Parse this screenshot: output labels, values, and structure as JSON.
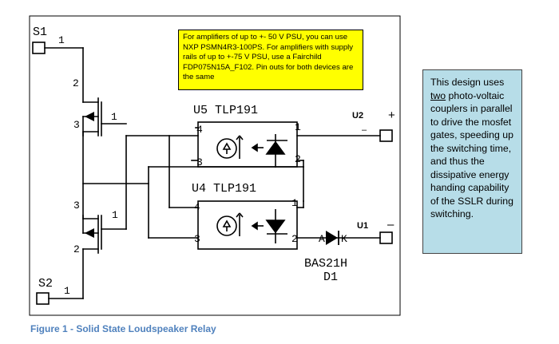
{
  "schematic": {
    "s1": "S1",
    "s2": "S2",
    "u5_title": "U5 TLP191",
    "u4_title": "U4 TLP191",
    "u2": "U2",
    "u1": "U1",
    "plus": "+",
    "minus_top": "–",
    "minus_right": "–",
    "d1_part": "BAS21H",
    "d1_ref": "D1",
    "d1_a": "A",
    "d1_k": "K",
    "pins": {
      "s1_pin": "1",
      "s2_pin": "1",
      "q1_drain": "2",
      "q1_gate": "1",
      "q1_source": "3",
      "q2_source": "3",
      "q2_gate": "1",
      "q2_drain": "2",
      "u5_p4": "4",
      "u5_p3": "3",
      "u5_p1": "1",
      "u5_p2": "2",
      "u4_p4": "4",
      "u4_p3": "3",
      "u4_p1": "1",
      "u4_p2": "2"
    }
  },
  "notes": {
    "yellow": "For amplifiers of up to +- 50 V PSU, you can use NXP PSMN4R3-100PS.  For amplifiers with supply rails of up to +-75 V PSU, use a Fairchild FDP075N15A_F102. Pin outs for both devices are the same",
    "blue_pre": "This design uses ",
    "blue_underlined": "two",
    "blue_post": " photo-voltaic couplers in parallel  to drive the mosfet gates, speeding up the switching time, and thus the dissipative energy handing capability of the SSLR during switching."
  },
  "caption": "Figure 1 - Solid State Loudspeaker Relay",
  "colors": {
    "yellow_note": "#ffff00",
    "blue_note": "#b7dde8",
    "caption": "#4f81bd"
  }
}
